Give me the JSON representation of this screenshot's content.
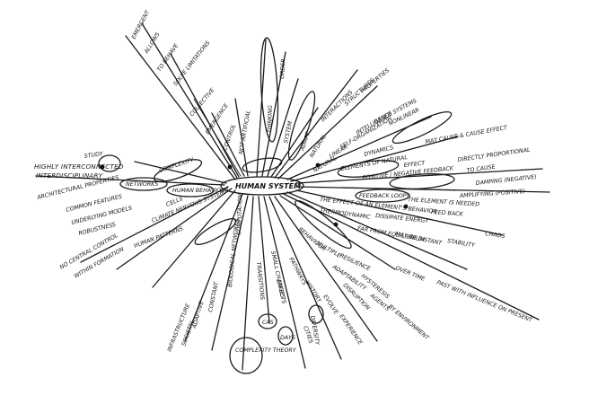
{
  "mind_map": {
    "center": "HUMAN SYSTEM",
    "left": [
      "HIGHLY INTERCONNECTED",
      "STUDY",
      "INTERDISCIPLINARY",
      "COMPLEXITY",
      "NETWORKS",
      "HUMAN BEHAVIOUR",
      "ARCHITECTURAL PROPERTIES",
      "COMMON FEATURES",
      "UNDERLYING MODELS",
      "ROBUSTNESS",
      "NO CENTRAL CONTROL",
      "WITHIN FORMATION",
      "CLIMATE NERVOUS SYSTEM",
      "CELLS",
      "HUMAN PATTERNS"
    ],
    "top": [
      "EMERGENT",
      "ALLOWS",
      "TO BEHAVE",
      "SOLVE LIMITATIONS",
      "COLLECTIVE",
      "EMERGENCE",
      "CONTROL",
      "NOT ARTIFICIAL",
      "THINKING",
      "SYSTEM",
      "ADAPT",
      "NATURAL",
      "INTERACTIONS",
      "STRUCTURES",
      "PROPERTIES",
      "ORDER"
    ],
    "right": [
      "NATURAL",
      "LINEAR",
      "SELF-ORGANIZATION",
      "INTELLIGENCE",
      "BASED SYSTEMS",
      "ELEMENTS OF NATURAL",
      "DYNAMICS",
      "MAY CAUSE & CAUSE EFFECT",
      "POSITIVE / NEGATIVE FEEDBACK",
      "NONLINEAR",
      "FEEDBACK LOOPS",
      "EFFECT",
      "DIRECTLY PROPORTIONAL",
      "TO CAUSE",
      "DAMPING (NEGATIVE)",
      "AMPLIFYING (POSITIVE)",
      "THE ELEMENT IS NEEDED",
      "THE EFFECT OF AN ELEMENT'S BEHAVIOR",
      "FEED BACK",
      "THERMODYNAMIC",
      "DISSIPATE ENERGY",
      "FAR FROM EQUILIBRIUM",
      "MAY BE DISTANT",
      "STABILITY",
      "CHAOS"
    ],
    "bottom": [
      "BEHAVIOUR",
      "MULTIPLE",
      "RESILIENCE",
      "ADAPTABILITY",
      "DISRUPTION",
      "HYSTERESIS",
      "AGENTS",
      "BY ENVIRONMENT",
      "OVER TIME",
      "PAST WITH INFLUENCE ON PRESENT",
      "HISTORY",
      "EVOLVE",
      "EXPERIENCE",
      "PATHWAYS",
      "SMALL CHANGES",
      "TRANSITIONS",
      "EFFECTS",
      "COMPUTATION",
      "BIOLOGICAL NETWORKS",
      "CONSTANT",
      "ADAPTIVE",
      "SOCIETAL",
      "INFRASTRUCTURE",
      "CITIES",
      "COMPLEXITY THEORY",
      "CAS",
      "DAYS",
      "DIVERSITY"
    ]
  }
}
